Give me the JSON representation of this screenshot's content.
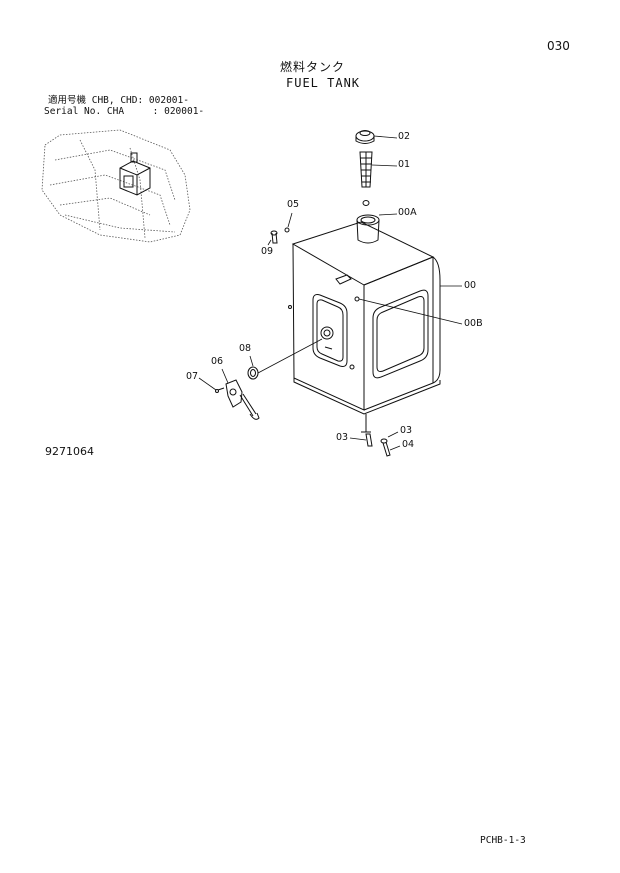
{
  "header": {
    "page_number": "030",
    "title_jp": "燃料タンク",
    "title_en": "FUEL TANK",
    "serial_line_1": "適用号機 CHB, CHD: 002001-",
    "serial_line_2": "Serial No. CHA     : 020001-"
  },
  "diagram": {
    "figure_number": "9271064",
    "part_labels": {
      "p02": "02",
      "p01": "01",
      "p05": "05",
      "p00A": "00A",
      "p09": "09",
      "p00": "00",
      "p00B": "00B",
      "p08": "08",
      "p06": "06",
      "p07": "07",
      "p03a": "03",
      "p03b": "03",
      "p04": "04"
    }
  },
  "footer": {
    "page_code": "PCHB-1-3"
  },
  "colors": {
    "line": "#111111",
    "background": "#ffffff",
    "thumbnail_line": "#555555"
  }
}
